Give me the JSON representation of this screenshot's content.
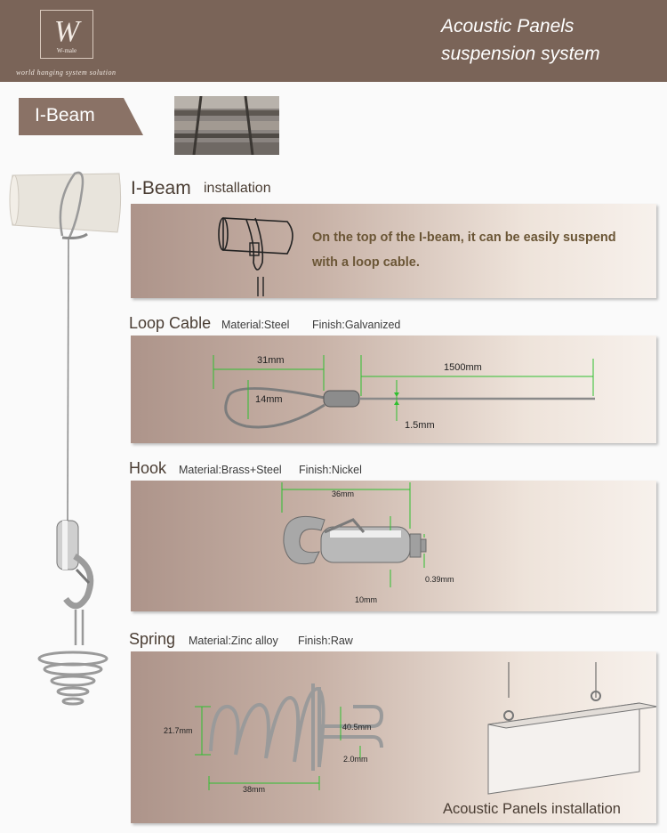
{
  "header": {
    "logo_mark": "W",
    "logo_name": "W-male",
    "tagline": "world hanging system solution",
    "title_line1": "Acoustic Panels",
    "title_line2": "suspension system"
  },
  "ibeam_tab": {
    "label": "I-Beam"
  },
  "installation": {
    "title_main": "I-Beam",
    "title_rest": "installation",
    "text_line1": "On the top of the I-beam, it can be easily suspend",
    "text_line2": "with a loop cable."
  },
  "loop_cable": {
    "title": "Loop Cable",
    "material": "Material:Steel",
    "finish": "Finish:Galvanized",
    "dims": {
      "loop_length": "31mm",
      "cable_length": "1500mm",
      "loop_height": "14mm",
      "diameter": "1.5mm"
    }
  },
  "hook": {
    "title": "Hook",
    "material": "Material:Brass+Steel",
    "finish": "Finish:Nickel",
    "dims": {
      "length": "36mm",
      "body": "10mm",
      "thread": "0.39mm"
    }
  },
  "spring": {
    "title": "Spring",
    "material": "Material:Zinc alloy",
    "finish": "Finish:Raw",
    "dims": {
      "height": "21.7mm",
      "length": "38mm",
      "loop": "40.5mm",
      "wire": "2.0mm"
    },
    "installation_caption": "Acoustic Panels installation"
  },
  "colors": {
    "header_bg": "#7a6458",
    "tab_bg": "#8a7266",
    "panel_dark": "#ad948a",
    "dimension_line": "#2fbf2f"
  }
}
